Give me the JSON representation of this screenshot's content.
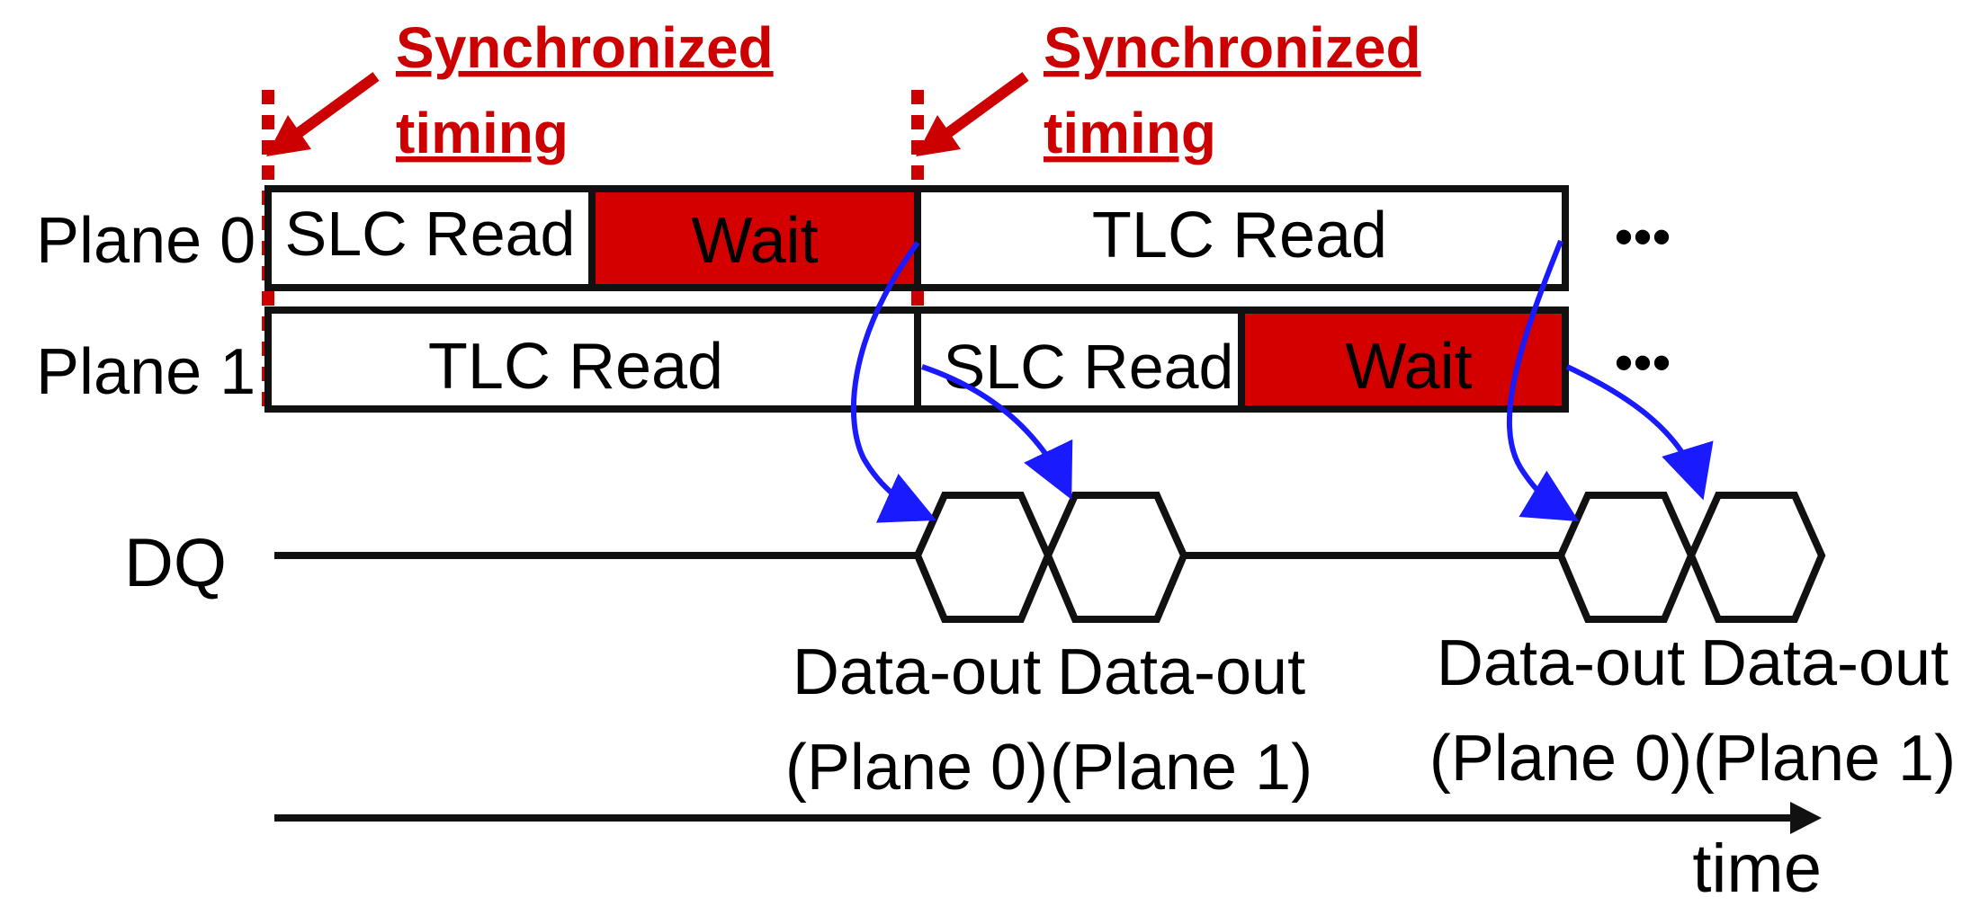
{
  "annotations": {
    "sync_1_line1": "Synchronized",
    "sync_1_line2": "timing",
    "sync_2_line1": "Synchronized",
    "sync_2_line2": "timing"
  },
  "rows": {
    "plane0": "Plane 0",
    "plane1": "Plane 1",
    "dq": "DQ"
  },
  "plane0_blocks": {
    "slc_read": "SLC Read",
    "wait": "Wait",
    "tlc_read": "TLC Read",
    "ellipsis": "•••"
  },
  "plane1_blocks": {
    "tlc_read": "TLC Read",
    "slc_read": "SLC Read",
    "wait": "Wait",
    "ellipsis": "•••"
  },
  "data_out": [
    {
      "line1": "Data-out",
      "line2": "(Plane 0)"
    },
    {
      "line1": "Data-out",
      "line2": "(Plane 1)"
    },
    {
      "line1": "Data-out",
      "line2": "(Plane 0)"
    },
    {
      "line1": "Data-out",
      "line2": "(Plane 1)"
    }
  ],
  "time_label": "time",
  "colors": {
    "wait_fill": "#d40000",
    "sync_red": "#cc0000",
    "arrow_blue": "#1a1aff",
    "stroke": "#111111"
  }
}
